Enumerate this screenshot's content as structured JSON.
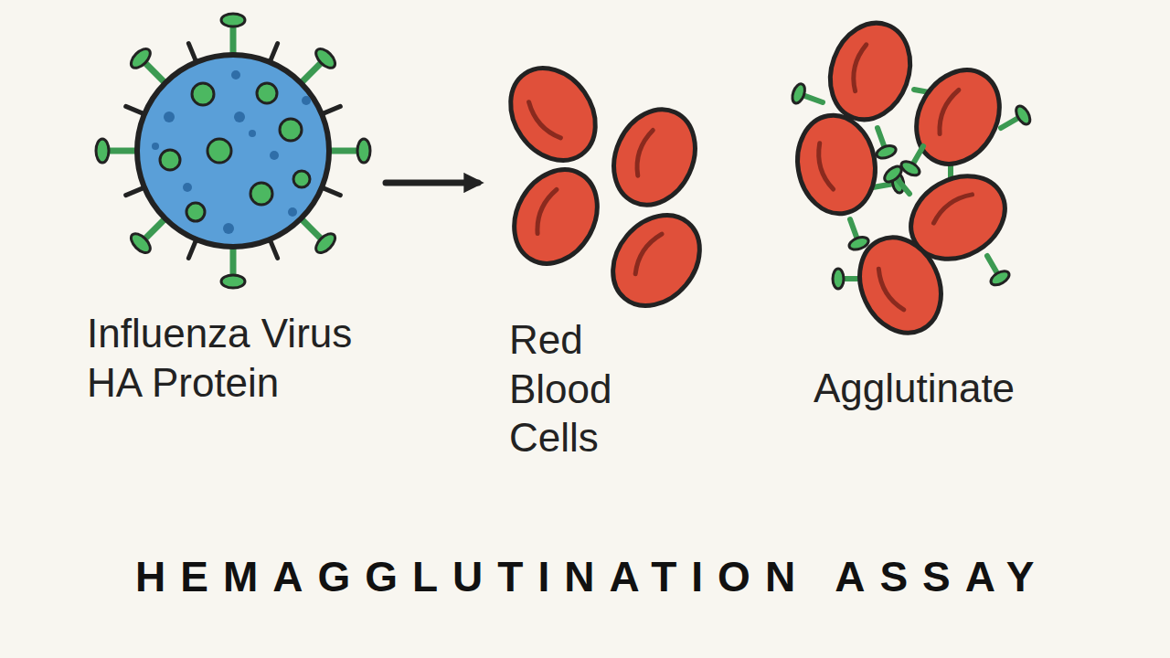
{
  "diagram": {
    "title": "HEMAGGLUTINATION ASSAY",
    "nodes": [
      {
        "text": [
          "Influenza Virus HA Protein"
        ]
      },
      {
        "text": [
          "Red Blood Cells"
        ]
      },
      {
        "text": [
          "Agglutinate"
        ]
      }
    ],
    "edges": [
      {
        "from": 0,
        "to": 1,
        "arrow": "to"
      }
    ]
  }
}
